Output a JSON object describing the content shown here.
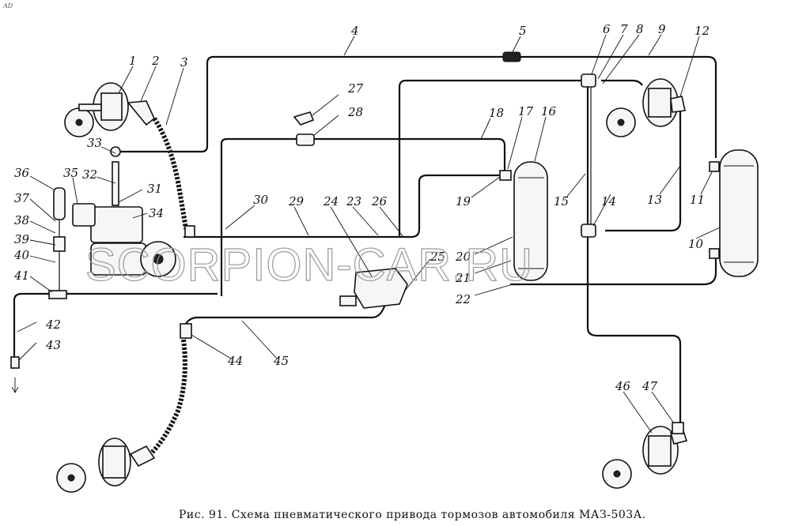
{
  "caption": "Рис. 91. Схема пневматического привода тормозов автомобиля МАЗ-503А.",
  "watermark": "SCORPION-CAR.RU",
  "corner_mark": "AD",
  "colors": {
    "ink": "#111111",
    "watermark": "#9a9a9a",
    "background": "#ffffff"
  },
  "callouts": [
    "1",
    "2",
    "3",
    "4",
    "5",
    "6",
    "7",
    "8",
    "9",
    "12",
    "27",
    "28",
    "18",
    "17",
    "16",
    "33",
    "32",
    "31",
    "34",
    "35",
    "36",
    "37",
    "38",
    "39",
    "40",
    "41",
    "30",
    "29",
    "24",
    "23",
    "26",
    "25",
    "20",
    "21",
    "22",
    "19",
    "15",
    "14",
    "13",
    "11",
    "10",
    "42",
    "43",
    "44",
    "45",
    "46",
    "47"
  ]
}
